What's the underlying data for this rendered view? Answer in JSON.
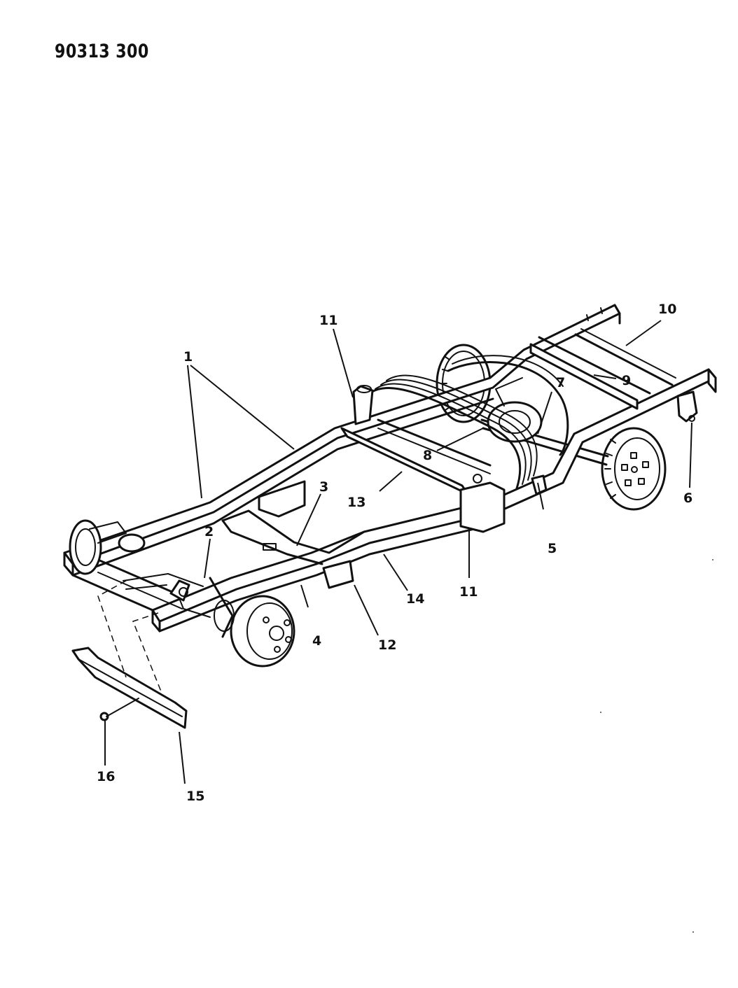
{
  "header": {
    "code": "90313 300"
  },
  "diagram": {
    "callouts": [
      {
        "id": "c1",
        "label": "1"
      },
      {
        "id": "c2",
        "label": "2"
      },
      {
        "id": "c3",
        "label": "3"
      },
      {
        "id": "c4",
        "label": "4"
      },
      {
        "id": "c5",
        "label": "5"
      },
      {
        "id": "c6",
        "label": "6"
      },
      {
        "id": "c7",
        "label": "7"
      },
      {
        "id": "c8",
        "label": "8"
      },
      {
        "id": "c9",
        "label": "9"
      },
      {
        "id": "c10",
        "label": "10"
      },
      {
        "id": "c11a",
        "label": "11"
      },
      {
        "id": "c11b",
        "label": "11"
      },
      {
        "id": "c12",
        "label": "12"
      },
      {
        "id": "c13",
        "label": "13"
      },
      {
        "id": "c14",
        "label": "14"
      },
      {
        "id": "c15",
        "label": "15"
      },
      {
        "id": "c16",
        "label": "16"
      }
    ]
  }
}
